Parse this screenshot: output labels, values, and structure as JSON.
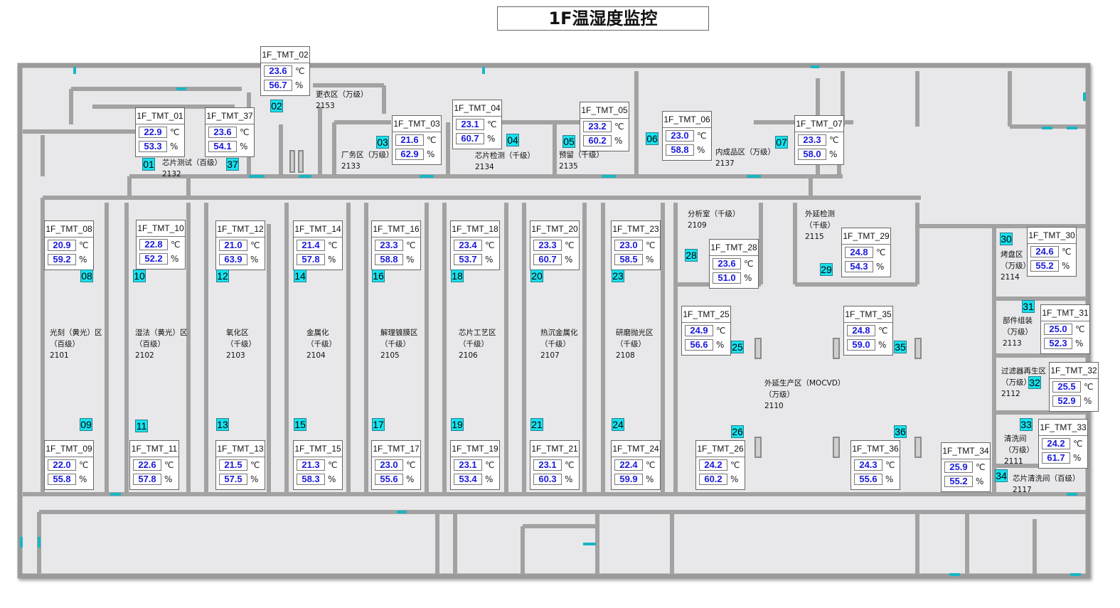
{
  "title": "1F温湿度监控",
  "units": {
    "temp": "℃",
    "humidity": "%"
  },
  "colors": {
    "value_text": "#1a1adc",
    "tag_fill": "#17e1ee",
    "wall": "#9a9a9a",
    "floor": "#e9e9ea"
  },
  "sensors": [
    {
      "name": "1F_TMT_01",
      "temp": "22.9",
      "hum": "53.3"
    },
    {
      "name": "1F_TMT_02",
      "temp": "23.6",
      "hum": "56.7"
    },
    {
      "name": "1F_TMT_03",
      "temp": "21.6",
      "hum": "62.9"
    },
    {
      "name": "1F_TMT_04",
      "temp": "23.1",
      "hum": "60.7"
    },
    {
      "name": "1F_TMT_05",
      "temp": "23.2",
      "hum": "60.2"
    },
    {
      "name": "1F_TMT_06",
      "temp": "23.0",
      "hum": "58.8"
    },
    {
      "name": "1F_TMT_07",
      "temp": "23.3",
      "hum": "58.0"
    },
    {
      "name": "1F_TMT_08",
      "temp": "20.9",
      "hum": "59.2"
    },
    {
      "name": "1F_TMT_09",
      "temp": "22.0",
      "hum": "55.8"
    },
    {
      "name": "1F_TMT_10",
      "temp": "22.8",
      "hum": "52.2"
    },
    {
      "name": "1F_TMT_11",
      "temp": "22.6",
      "hum": "57.8"
    },
    {
      "name": "1F_TMT_12",
      "temp": "21.0",
      "hum": "63.9"
    },
    {
      "name": "1F_TMT_13",
      "temp": "21.5",
      "hum": "57.5"
    },
    {
      "name": "1F_TMT_14",
      "temp": "21.4",
      "hum": "57.8"
    },
    {
      "name": "1F_TMT_15",
      "temp": "21.3",
      "hum": "58.3"
    },
    {
      "name": "1F_TMT_16",
      "temp": "23.3",
      "hum": "58.8"
    },
    {
      "name": "1F_TMT_17",
      "temp": "23.0",
      "hum": "55.6"
    },
    {
      "name": "1F_TMT_18",
      "temp": "23.4",
      "hum": "53.7"
    },
    {
      "name": "1F_TMT_19",
      "temp": "23.1",
      "hum": "53.4"
    },
    {
      "name": "1F_TMT_20",
      "temp": "23.3",
      "hum": "60.7"
    },
    {
      "name": "1F_TMT_21",
      "temp": "23.1",
      "hum": "60.3"
    },
    {
      "name": "1F_TMT_23",
      "temp": "23.0",
      "hum": "58.5"
    },
    {
      "name": "1F_TMT_24",
      "temp": "22.4",
      "hum": "59.9"
    },
    {
      "name": "1F_TMT_25",
      "temp": "24.9",
      "hum": "56.6"
    },
    {
      "name": "1F_TMT_26",
      "temp": "24.2",
      "hum": "60.2"
    },
    {
      "name": "1F_TMT_28",
      "temp": "23.6",
      "hum": "51.0"
    },
    {
      "name": "1F_TMT_29",
      "temp": "24.8",
      "hum": "54.3"
    },
    {
      "name": "1F_TMT_30",
      "temp": "24.6",
      "hum": "55.2"
    },
    {
      "name": "1F_TMT_31",
      "temp": "25.0",
      "hum": "52.3"
    },
    {
      "name": "1F_TMT_32",
      "temp": "25.5",
      "hum": "52.9"
    },
    {
      "name": "1F_TMT_33",
      "temp": "24.2",
      "hum": "61.7"
    },
    {
      "name": "1F_TMT_34",
      "temp": "25.9",
      "hum": "55.2"
    },
    {
      "name": "1F_TMT_35",
      "temp": "24.8",
      "hum": "59.0"
    },
    {
      "name": "1F_TMT_36",
      "temp": "24.3",
      "hum": "55.6"
    },
    {
      "name": "1F_TMT_37",
      "temp": "23.6",
      "hum": "54.1"
    }
  ],
  "tags": [
    "01",
    "02",
    "03",
    "04",
    "05",
    "06",
    "07",
    "08",
    "09",
    "10",
    "11",
    "12",
    "13",
    "14",
    "15",
    "16",
    "17",
    "18",
    "19",
    "20",
    "21",
    "23",
    "24",
    "25",
    "26",
    "28",
    "29",
    "30",
    "31",
    "32",
    "33",
    "34",
    "35",
    "36",
    "37"
  ],
  "rooms": [
    {
      "lines": [
        "更衣区（万级）",
        "2153"
      ]
    },
    {
      "lines": [
        "芯片测试（百级）",
        "2132"
      ]
    },
    {
      "lines": [
        "厂务区（万级）",
        "2133"
      ]
    },
    {
      "lines": [
        "芯片检测（千级）",
        "2134"
      ]
    },
    {
      "lines": [
        "预留（千级）",
        "2135"
      ]
    },
    {
      "lines": [
        "内成品区（万级）",
        "2137"
      ]
    },
    {
      "lines": [
        "分析室（千级）",
        "2109"
      ]
    },
    {
      "lines": [
        "外延检测",
        "（千级）",
        "2115"
      ]
    },
    {
      "lines": [
        "烤盘区",
        "（万级）",
        "2114"
      ]
    },
    {
      "lines": [
        "部件组装",
        "（万级）",
        "2113"
      ]
    },
    {
      "lines": [
        "过滤器再生区",
        "（万级）",
        "2112"
      ]
    },
    {
      "lines": [
        "清洗间",
        "（万级）",
        "2111"
      ]
    },
    {
      "lines": [
        "芯片清洗间（百级）",
        "2117"
      ]
    },
    {
      "lines": [
        "光刻（黄光）区",
        "（百级）",
        "2101"
      ]
    },
    {
      "lines": [
        "湿法（黄光）区",
        "（百级）",
        "2102"
      ]
    },
    {
      "lines": [
        "氧化区",
        "（千级）",
        "2103"
      ]
    },
    {
      "lines": [
        "金属化",
        "（千级）",
        "2104"
      ]
    },
    {
      "lines": [
        "解理镀膜区",
        "（千级）",
        "2105"
      ]
    },
    {
      "lines": [
        "芯片工艺区",
        "（千级）",
        "2106"
      ]
    },
    {
      "lines": [
        "热沉金属化",
        "（千级）",
        "2107"
      ]
    },
    {
      "lines": [
        "研磨抛光区",
        "（千级）",
        "2108"
      ]
    },
    {
      "lines": [
        "外延生产区（MOCVD）",
        "（万级）",
        "2110"
      ]
    }
  ]
}
